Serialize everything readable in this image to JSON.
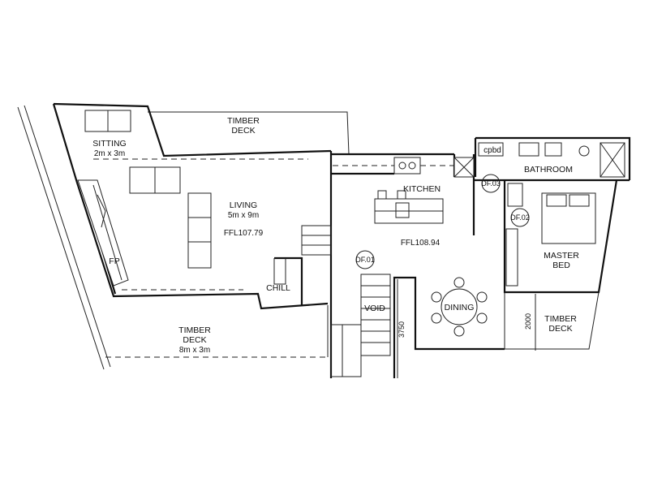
{
  "rooms": {
    "sitting": {
      "name": "SITTING",
      "size": "2m x 3m"
    },
    "timber_deck_top": {
      "line1": "TIMBER",
      "line2": "DECK"
    },
    "living": {
      "name": "LIVING",
      "size": "5m x 9m",
      "ffl": "FFL107.79"
    },
    "fp": "FP",
    "chill": "CHILL",
    "kitchen": "KITCHEN",
    "ffl_main": "FFL108.94",
    "void": "VOID",
    "dining": "DINING",
    "cpbd": "cpbd",
    "bathroom": "BATHROOM",
    "master_bed": {
      "line1": "MASTER",
      "line2": "BED"
    },
    "timber_deck_right": {
      "line1": "TIMBER",
      "line2": "DECK"
    },
    "timber_deck_bottom": {
      "line1": "TIMBER",
      "line2": "DECK",
      "size": "8m x 3m"
    }
  },
  "markers": {
    "df01": "DF.01",
    "df02": "DF.02",
    "df03": "DF.03"
  },
  "dimensions": {
    "d3750": "3750",
    "d2000": "2000"
  }
}
